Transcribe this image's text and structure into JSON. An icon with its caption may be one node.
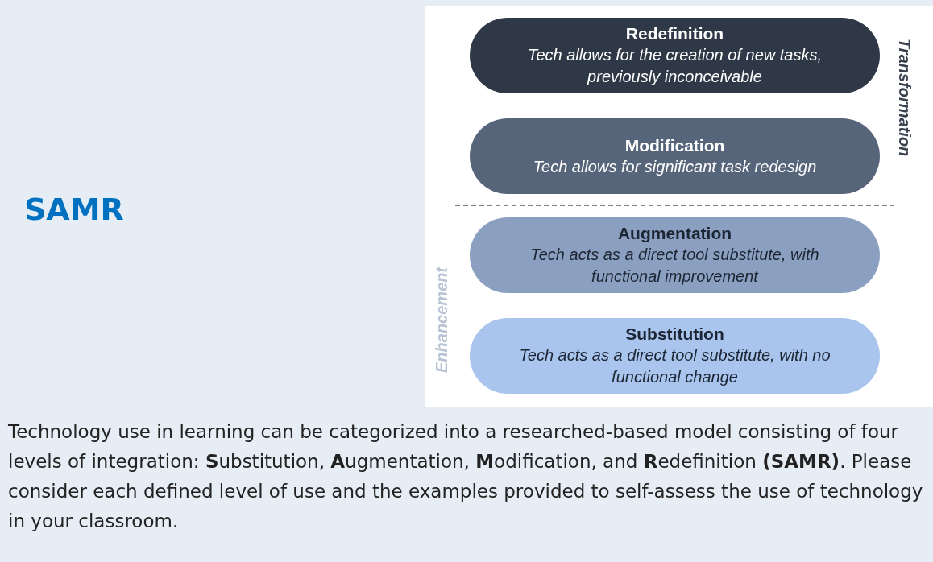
{
  "diagram": {
    "title": "SAMR",
    "caption": "Technology use in learning can be categorized into a researched-based model consisting of four levels of integration: **S**ubstitution, **A**ugmentation, **M**odification, and **R**edefinition **(SAMR)**.  Please consider each defined level of use and the examples provided to self-assess the use of technology in your classroom.",
    "nodes": [
      {
        "text": [
          "Redefinition",
          "Tech allows for the creation of new tasks, previously inconceivable"
        ]
      },
      {
        "text": [
          "Modification",
          "Tech allows for significant task redesign"
        ]
      },
      {
        "text": [
          "Augmentation",
          "Tech acts as a direct tool substitute, with functional improvement"
        ]
      },
      {
        "text": [
          "Substitution",
          "Tech acts as a direct tool substitute, with no functional change"
        ]
      }
    ],
    "labels": [
      "Transformation",
      "Enhancement"
    ]
  }
}
